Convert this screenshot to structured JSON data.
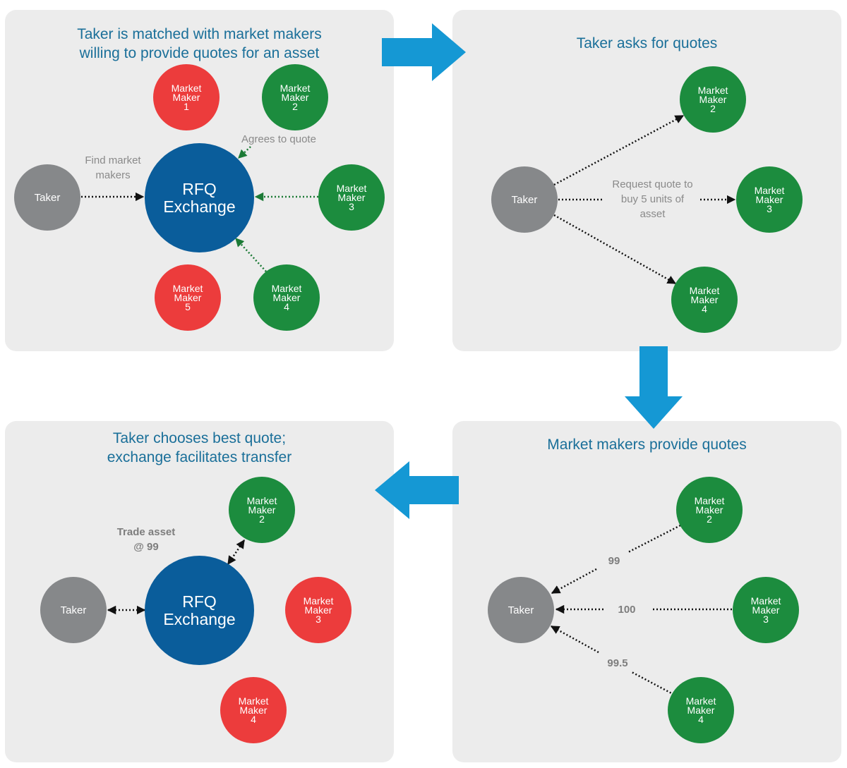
{
  "colors": {
    "panel": "#ececec",
    "title": "#1a6f99",
    "green": "#1c8c3e",
    "red": "#ec3c3c",
    "gray": "#86888a",
    "blue": "#0a5d9b",
    "arrow": "#1598d4"
  },
  "panel1": {
    "title": "Taker is matched with market makers\nwilling to provide quotes for an asset",
    "taker": "Taker",
    "exchange": "RFQ\nExchange",
    "mm1": "Market\nMaker\n1",
    "mm2": "Market\nMaker\n2",
    "mm3": "Market\nMaker\n3",
    "mm4": "Market\nMaker\n4",
    "mm5": "Market\nMaker\n5",
    "find_label": "Find market\nmakers",
    "agree_label": "Agrees to quote"
  },
  "panel2": {
    "title": "Taker asks for quotes",
    "taker": "Taker",
    "mm2": "Market\nMaker\n2",
    "mm3": "Market\nMaker\n3",
    "mm4": "Market\nMaker\n4",
    "request_label": "Request quote to\nbuy 5 units of\nasset"
  },
  "panel3": {
    "title": "Market makers provide quotes",
    "taker": "Taker",
    "mm2": "Market\nMaker\n2",
    "mm3": "Market\nMaker\n3",
    "mm4": "Market\nMaker\n4",
    "quote_mm2": "99",
    "quote_mm3": "100",
    "quote_mm4": "99.5"
  },
  "panel4": {
    "title": "Taker chooses best quote;\nexchange facilitates transfer",
    "taker": "Taker",
    "exchange": "RFQ\nExchange",
    "mm2": "Market\nMaker\n2",
    "mm3": "Market\nMaker\n3",
    "mm4": "Market\nMaker\n4",
    "trade_label": "Trade asset\n@ 99"
  }
}
